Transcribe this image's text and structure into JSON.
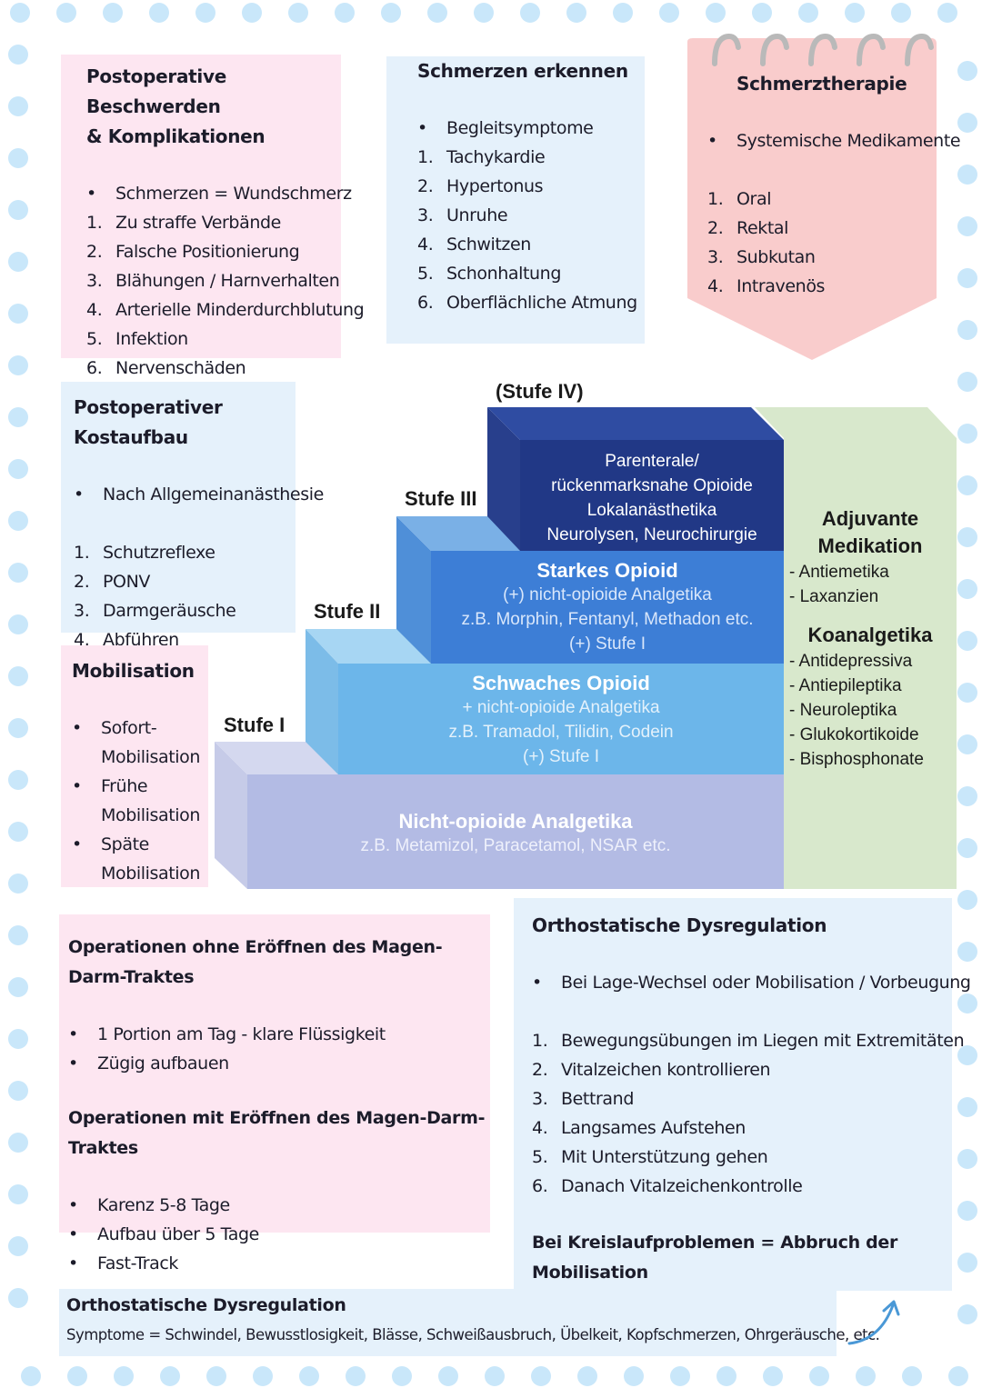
{
  "colors": {
    "pink": "#fde6f1",
    "blue": "#e5f1fb",
    "salmon": "#f9cccc",
    "dot": "#c9e7fa"
  },
  "beschwerden": {
    "title_line1": "Postoperative Beschwerden",
    "title_line2": "& Komplikationen",
    "items": [
      {
        "mk": "•",
        "text": "Schmerzen = Wundschmerz"
      },
      {
        "mk": "1.",
        "text": "Zu straffe Verbände"
      },
      {
        "mk": "2.",
        "text": "Falsche Positionierung"
      },
      {
        "mk": "3.",
        "text": "Blähungen / Harnverhalten"
      },
      {
        "mk": "4.",
        "text": "Arterielle Minderdurchblutung"
      },
      {
        "mk": "5.",
        "text": "Infektion"
      },
      {
        "mk": "6.",
        "text": "Nervenschäden"
      }
    ]
  },
  "schmerzen": {
    "title": "Schmerzen erkennen",
    "items": [
      {
        "mk": "•",
        "text": "Begleitsymptome"
      },
      {
        "mk": "1.",
        "text": "Tachykardie"
      },
      {
        "mk": "2.",
        "text": "Hypertonus"
      },
      {
        "mk": "3.",
        "text": "Unruhe"
      },
      {
        "mk": "4.",
        "text": "Schwitzen"
      },
      {
        "mk": "5.",
        "text": "Schonhaltung"
      },
      {
        "mk": "6.",
        "text": "Oberflächliche Atmung"
      }
    ]
  },
  "therapie": {
    "title": "Schmerztherapie",
    "bullet": "Systemische Medikamente",
    "items": [
      {
        "mk": "1.",
        "text": "Oral"
      },
      {
        "mk": "2.",
        "text": "Rektal"
      },
      {
        "mk": "3.",
        "text": "Subkutan"
      },
      {
        "mk": "4.",
        "text": "Intravenös"
      }
    ]
  },
  "kostaufbau": {
    "title": "Postoperativer Kostaufbau",
    "bullet": "Nach Allgemeinanästhesie",
    "items": [
      {
        "mk": "1.",
        "text": "Schutzreflexe"
      },
      {
        "mk": "2.",
        "text": "PONV"
      },
      {
        "mk": "3.",
        "text": "Darmgeräusche"
      },
      {
        "mk": "4.",
        "text": "Abführen"
      }
    ]
  },
  "mobilisation": {
    "title": "Mobilisation",
    "items": [
      {
        "mk": "•",
        "text": "Sofort-"
      },
      {
        "mk": "",
        "text": "Mobilisation"
      },
      {
        "mk": "•",
        "text": "Frühe"
      },
      {
        "mk": "",
        "text": "Mobilisation"
      },
      {
        "mk": "•",
        "text": "Späte"
      },
      {
        "mk": "",
        "text": "Mobilisation"
      }
    ]
  },
  "pyramid": {
    "labels": {
      "s1": "Stufe I",
      "s2": "Stufe II",
      "s3": "Stufe III",
      "s4": "(Stufe IV)"
    },
    "s1": {
      "head": "Nicht-opioide Analgetika",
      "l1": "z.B. Metamizol, Paracetamol, NSAR etc."
    },
    "s2": {
      "head": "Schwaches Opioid",
      "l1": "+ nicht-opioide Analgetika",
      "l2": "z.B. Tramadol, Tilidin, Codein",
      "l3": "(+) Stufe I"
    },
    "s3": {
      "head": "Starkes Opioid",
      "l1": "(+) nicht-opioide Analgetika",
      "l2": "z.B. Morphin, Fentanyl, Methadon etc.",
      "l3": "(+) Stufe I"
    },
    "s4": {
      "l1": "Parenterale/",
      "l2": "rückenmarksnahe Opioide",
      "l3": "Lokalanästhetika",
      "l4": "Neurolysen, Neurochirurgie"
    },
    "adjuvant": {
      "head1": "Adjuvante",
      "head2": "Medikation",
      "items": [
        "- Antiemetika",
        "- Laxanzien"
      ]
    },
    "koanalgetika": {
      "head": "Koanalgetika",
      "items": [
        "- Antidepressiva",
        "- Antiepileptika",
        "- Neuroleptika",
        "- Glukokortikoide",
        "- Bisphosphonate"
      ]
    }
  },
  "operationen": {
    "title1": "Operationen ohne Eröffnen des Magen-Darm-Traktes",
    "items1": [
      {
        "mk": "•",
        "text": "1 Portion am Tag - klare Flüssigkeit"
      },
      {
        "mk": "•",
        "text": "Zügig aufbauen"
      }
    ],
    "title2": "Operationen mit Eröffnen des Magen-Darm-Traktes",
    "items2": [
      {
        "mk": "•",
        "text": "Karenz 5-8 Tage"
      },
      {
        "mk": "•",
        "text": "Aufbau über 5 Tage"
      },
      {
        "mk": "•",
        "text": "Fast-Track"
      }
    ]
  },
  "orthostatisch": {
    "title": "Orthostatische Dysregulation",
    "bullet": "Bei Lage-Wechsel oder Mobilisation / Vorbeugung",
    "items": [
      {
        "mk": "1.",
        "text": "Bewegungsübungen im Liegen mit Extremitäten"
      },
      {
        "mk": "2.",
        "text": "Vitalzeichen kontrollieren"
      },
      {
        "mk": "3.",
        "text": "Bettrand"
      },
      {
        "mk": "4.",
        "text": "Langsames Aufstehen"
      },
      {
        "mk": "5.",
        "text": "Mit Unterstützung gehen"
      },
      {
        "mk": "6.",
        "text": "Danach Vitalzeichenkontrolle"
      }
    ],
    "footer": "Bei Kreislaufproblemen = Abbruch der Mobilisation"
  },
  "symptome": {
    "title": "Orthostatische Dysregulation",
    "text": "Symptome = Schwindel, Bewusstlosigkeit, Blässe, Schweißausbruch, Übelkeit, Kopfschmerzen, Ohrgeräusche, etc."
  }
}
